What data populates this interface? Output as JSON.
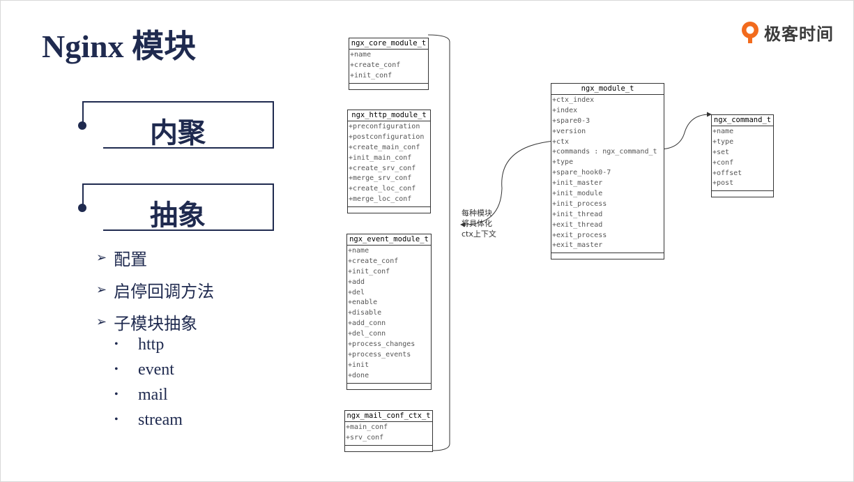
{
  "slide": {
    "title": "Nginx 模块",
    "logo_text": "极客时间",
    "concepts": [
      "内聚",
      "抽象"
    ],
    "bullets": [
      "配置",
      "启停回调方法",
      "子模块抽象"
    ],
    "sub_bullets": [
      "http",
      "event",
      "mail",
      "stream"
    ]
  },
  "diagram": {
    "note_lines": [
      "每种模块",
      "将具体化",
      "ctx上下文"
    ],
    "core_module": {
      "name": "ngx_core_module_t",
      "attrs": [
        "+name",
        "+create_conf",
        "+init_conf"
      ]
    },
    "http_module": {
      "name": "ngx_http_module_t",
      "attrs": [
        "+preconfiguration",
        "+postconfiguration",
        "+create_main_conf",
        "+init_main_conf",
        "+create_srv_conf",
        "+merge_srv_conf",
        "+create_loc_conf",
        "+merge_loc_conf"
      ]
    },
    "event_module": {
      "name": "ngx_event_module_t",
      "attrs": [
        "+name",
        "+create_conf",
        "+init_conf",
        "+add",
        "+del",
        "+enable",
        "+disable",
        "+add_conn",
        "+del_conn",
        "+process_changes",
        "+process_events",
        "+init",
        "+done"
      ]
    },
    "mail_conf_ctx": {
      "name": "ngx_mail_conf_ctx_t",
      "attrs": [
        "+main_conf",
        "+srv_conf"
      ]
    },
    "module": {
      "name": "ngx_module_t",
      "attrs": [
        "+ctx_index",
        "+index",
        "+spare0-3",
        "+version",
        "+ctx",
        "+commands : ngx_command_t",
        "+type",
        "+spare_hook0-7",
        "+init_master",
        "+init_module",
        "+init_process",
        "+init_thread",
        "+exit_thread",
        "+exit_process",
        "+exit_master"
      ]
    },
    "command": {
      "name": "ngx_command_t",
      "attrs": [
        "+name",
        "+type",
        "+set",
        "+conf",
        "+offset",
        "+post"
      ]
    }
  },
  "colors": {
    "navy": "#1f2a4f",
    "logo_orange": "#f26b1d",
    "text_gray": "#555555"
  },
  "icons": {
    "logo": "geek-time-logo-icon",
    "concept_dot": "bullet-dot-icon",
    "bullet": "arrow-bullet-icon"
  }
}
